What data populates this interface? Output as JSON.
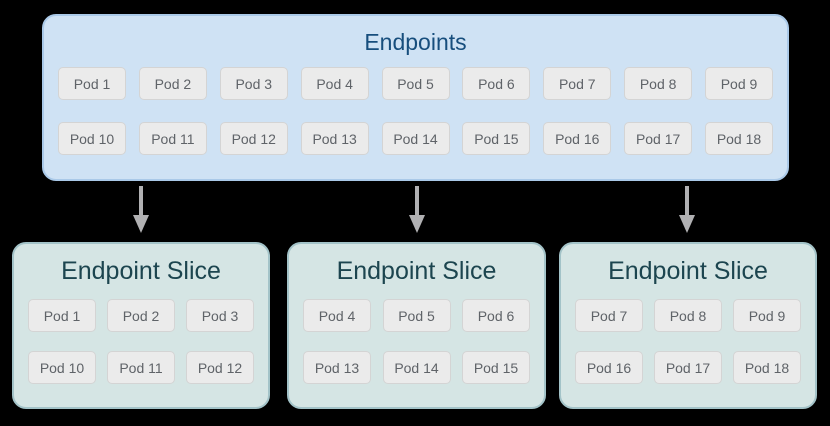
{
  "endpoints": {
    "title": "Endpoints",
    "pods_row1": [
      "Pod 1",
      "Pod 2",
      "Pod 3",
      "Pod 4",
      "Pod 5",
      "Pod 6",
      "Pod 7",
      "Pod 8",
      "Pod 9"
    ],
    "pods_row2": [
      "Pod 10",
      "Pod 11",
      "Pod 12",
      "Pod 13",
      "Pod 14",
      "Pod 15",
      "Pod 16",
      "Pod 17",
      "Pod 18"
    ]
  },
  "slices": [
    {
      "title": "Endpoint Slice",
      "pods_row1": [
        "Pod 1",
        "Pod 2",
        "Pod 3"
      ],
      "pods_row2": [
        "Pod 10",
        "Pod 11",
        "Pod 12"
      ]
    },
    {
      "title": "Endpoint Slice",
      "pods_row1": [
        "Pod 4",
        "Pod 5",
        "Pod 6"
      ],
      "pods_row2": [
        "Pod 13",
        "Pod 14",
        "Pod 15"
      ]
    },
    {
      "title": "Endpoint Slice",
      "pods_row1": [
        "Pod 7",
        "Pod 8",
        "Pod 9"
      ],
      "pods_row2": [
        "Pod 16",
        "Pod 17",
        "Pod 18"
      ]
    }
  ],
  "colors": {
    "background": "#000000",
    "endpoints_fill": "#cfe2f4",
    "endpoints_border": "#aac9e8",
    "endpoints_title": "#174e7d",
    "slice_fill": "#d5e5e4",
    "slice_border": "#a3c3c8",
    "slice_title": "#1c454f",
    "pod_fill": "#ebebeb",
    "pod_border": "#d4d4d4",
    "pod_text": "#5f6368",
    "arrow": "#b1b1b3"
  }
}
